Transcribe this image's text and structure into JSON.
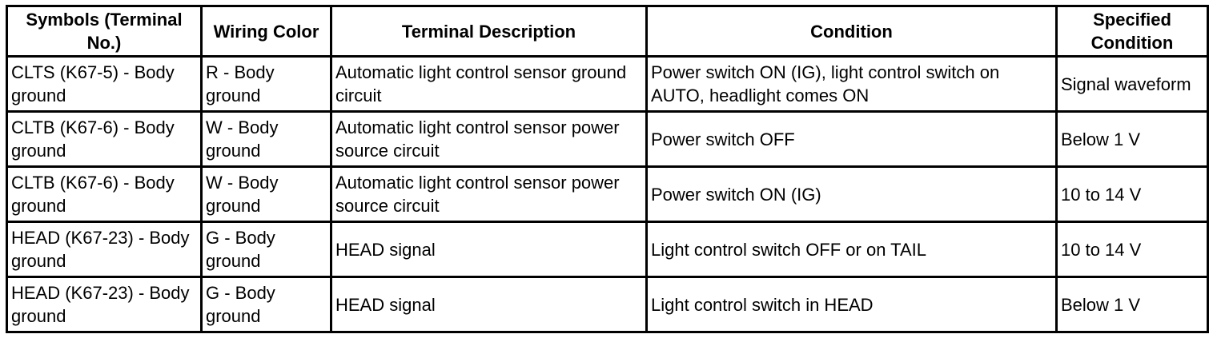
{
  "table": {
    "headers": [
      "Symbols (Terminal No.)",
      "Wiring Color",
      "Terminal Description",
      "Condition",
      "Specified Condition"
    ],
    "rows": [
      {
        "symbol": "CLTS (K67-5) - Body ground",
        "wiring_color": "R - Body ground",
        "description": "Automatic light control sensor ground circuit",
        "condition": "Power switch ON (IG), light control switch on AUTO, headlight comes ON",
        "specified": "Signal waveform"
      },
      {
        "symbol": "CLTB (K67-6) - Body ground",
        "wiring_color": "W - Body ground",
        "description": "Automatic light control sensor power source circuit",
        "condition": "Power switch OFF",
        "specified": "Below 1 V"
      },
      {
        "symbol": "CLTB (K67-6) - Body ground",
        "wiring_color": "W - Body ground",
        "description": "Automatic light control sensor power source circuit",
        "condition": "Power switch ON (IG)",
        "specified": "10 to 14 V"
      },
      {
        "symbol": "HEAD (K67-23) - Body ground",
        "wiring_color": "G - Body ground",
        "description": "HEAD signal",
        "condition": "Light control switch OFF or on TAIL",
        "specified": "10 to 14 V"
      },
      {
        "symbol": "HEAD (K67-23) - Body ground",
        "wiring_color": "G - Body ground",
        "description": "HEAD signal",
        "condition": "Light control switch in HEAD",
        "specified": "Below 1 V"
      }
    ]
  }
}
